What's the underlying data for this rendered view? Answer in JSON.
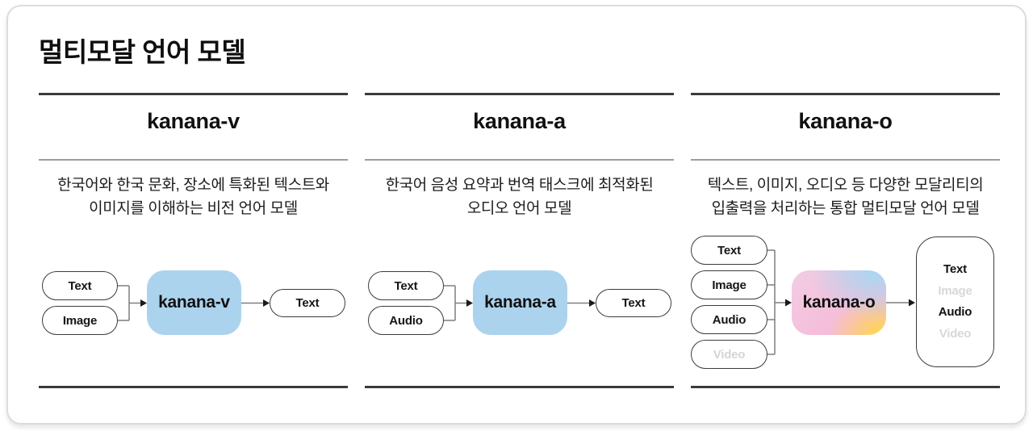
{
  "page_title": "멀티모달 언어 모델",
  "colors": {
    "model_box_blue": "#abd3ee",
    "gradient_pink": "#f7b6d5",
    "gradient_blue": "#a6d8f2",
    "gradient_yellow": "#ffd94a",
    "disabled_grey": "#d5d5d5",
    "rule_dark": "#3b3b3b",
    "rule_light": "#9d9d9d"
  },
  "columns": [
    {
      "heading": "kanana-v",
      "description_line1": "한국어와 한국 문화, 장소에 특화된 텍스트와",
      "description_line2": "이미지를 이해하는 비전 언어 모델",
      "model_label": "kanana-v",
      "inputs": [
        {
          "label": "Text",
          "enabled": true
        },
        {
          "label": "Image",
          "enabled": true
        }
      ],
      "outputs": [
        {
          "label": "Text",
          "enabled": true
        }
      ]
    },
    {
      "heading": "kanana-a",
      "description_line1": "한국어 음성 요약과 번역 태스크에 최적화된",
      "description_line2": "오디오 언어 모델",
      "model_label": "kanana-a",
      "inputs": [
        {
          "label": "Text",
          "enabled": true
        },
        {
          "label": "Audio",
          "enabled": true
        }
      ],
      "outputs": [
        {
          "label": "Text",
          "enabled": true
        }
      ]
    },
    {
      "heading": "kanana-o",
      "description_line1": "텍스트, 이미지, 오디오 등 다양한 모달리티의",
      "description_line2": "입출력을 처리하는 통합 멀티모달 언어 모델",
      "model_label": "kanana-o",
      "inputs": [
        {
          "label": "Text",
          "enabled": true
        },
        {
          "label": "Image",
          "enabled": true
        },
        {
          "label": "Audio",
          "enabled": true
        },
        {
          "label": "Video",
          "enabled": false
        }
      ],
      "outputs": [
        {
          "label": "Text",
          "enabled": true
        },
        {
          "label": "Image",
          "enabled": false
        },
        {
          "label": "Audio",
          "enabled": true
        },
        {
          "label": "Video",
          "enabled": false
        }
      ]
    }
  ]
}
